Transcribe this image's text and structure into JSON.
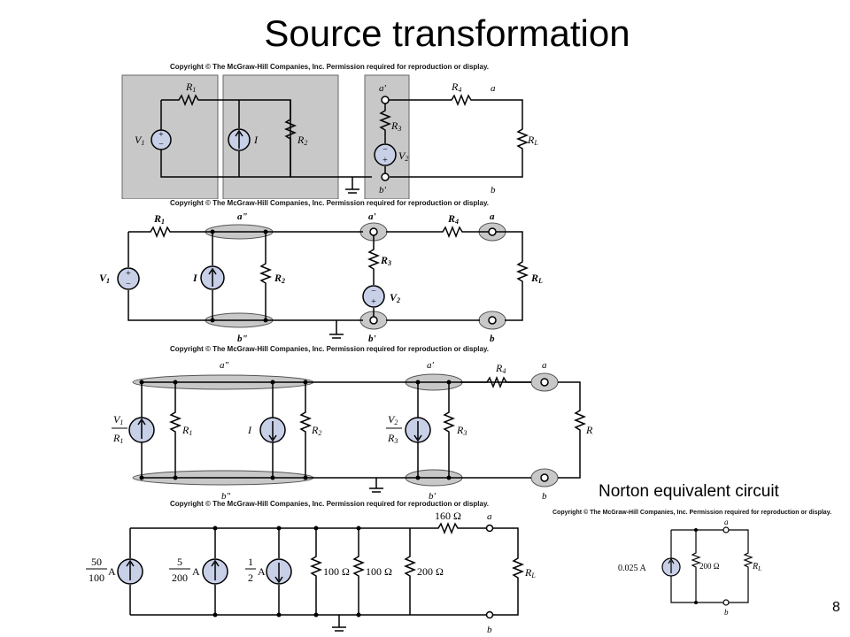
{
  "title": "Source transformation",
  "copyright": "Copyright © The McGraw-Hill Companies, Inc. Permission required for reproduction or display.",
  "norton_label": "Norton equivalent circuit",
  "page_number": "8",
  "circuit1": {
    "R1": "R",
    "R1s": "1",
    "R2": "R",
    "R2s": "2",
    "R3": "R",
    "R3s": "3",
    "R4": "R",
    "R4s": "4",
    "RL": "R",
    "RLs": "L",
    "V1": "V",
    "V1s": "1",
    "V2": "V",
    "V2s": "2",
    "I": "I",
    "a": "a",
    "b": "b",
    "ap": "a'",
    "bp": "b'"
  },
  "circuit2": {
    "app": "a\"",
    "bpp": "b\"",
    "ap": "a'",
    "bp": "b'",
    "a": "a",
    "b": "b"
  },
  "circuit3": {
    "app": "a\"",
    "bpp": "b\"",
    "ap": "a'",
    "bp": "b'",
    "a": "a",
    "b": "b"
  },
  "circuit4": {
    "src1_num": "50",
    "src1_den": "100",
    "src2_num": "5",
    "src2_den": "200",
    "src3_num": "1",
    "src3_den": "2",
    "unitA": "A",
    "r1": "100 Ω",
    "r2": "100 Ω",
    "r3": "200 Ω",
    "rs": "160 Ω",
    "a": "a",
    "b": "b"
  },
  "circuit5": {
    "isrc": "0.025 A",
    "r": "200 Ω",
    "a": "a",
    "b": "b"
  }
}
